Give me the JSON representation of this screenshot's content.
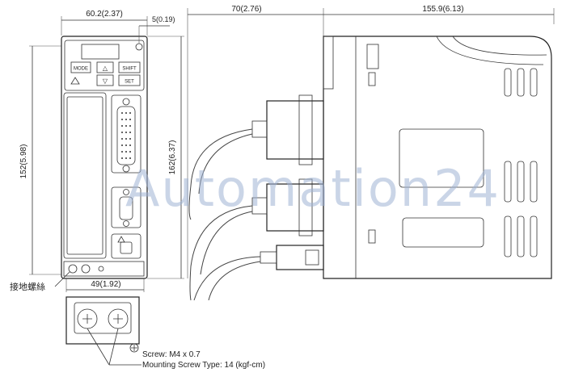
{
  "dimensions": {
    "front_width": "60.2(2.37)",
    "top_offset": "5(0.19)",
    "left_height": "152(5.98)",
    "right_height": "162(6.37)",
    "bottom_width": "49(1.92)",
    "connector_depth": "70(2.76)",
    "side_depth": "155.9(6.13)"
  },
  "labels": {
    "ground_screw": "接地螺絲",
    "screw_spec": "Screw: M4 x 0.7",
    "mounting_spec": "Mounting Screw Type: 14 (kgf-cm)"
  },
  "panel": {
    "btn_mode": "MODE",
    "btn_shift": "SHIFT",
    "btn_set": "SET",
    "btn_up": "△",
    "btn_down": "▽"
  },
  "watermark": "Automation24",
  "colors": {
    "line": "#222222",
    "watermark": "#9fb3d4"
  }
}
